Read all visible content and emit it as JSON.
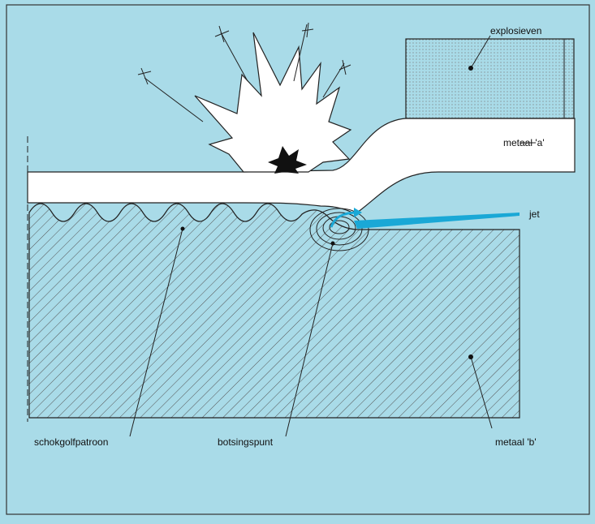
{
  "labels": {
    "explosives": "explosieven",
    "metal_a": "metaal 'a'",
    "jet": "jet",
    "shock_pattern": "schokgolfpatroon",
    "collision_point": "botsingspunt",
    "metal_b": "metaal 'b'"
  },
  "colors": {
    "background": "#a9dbe8",
    "metal": "#ffffff",
    "hatch": "#555555",
    "jet": "#1aa8d6",
    "outline": "#222222"
  }
}
